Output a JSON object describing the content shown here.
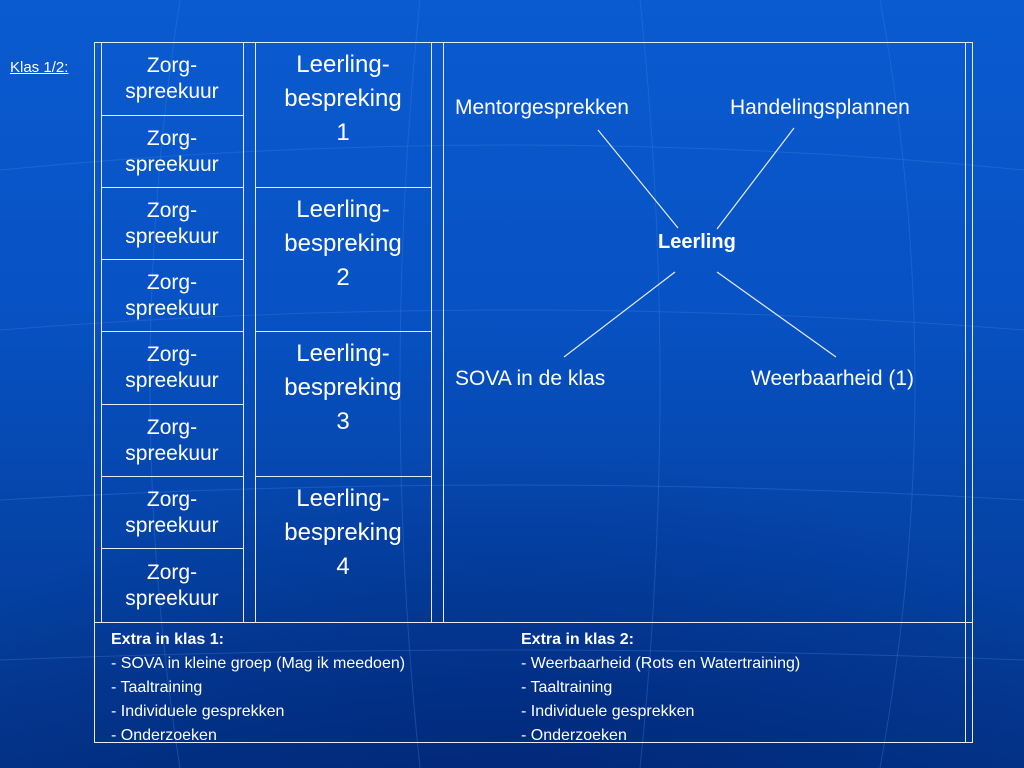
{
  "slide": {
    "klas_label": "Klas 1/2:",
    "zorg_cells": [
      {
        "line1": "Zorg-",
        "line2": "spreekuur"
      },
      {
        "line1": "Zorg-",
        "line2": "spreekuur"
      },
      {
        "line1": "Zorg-",
        "line2": "spreekuur"
      },
      {
        "line1": "Zorg-",
        "line2": "spreekuur"
      },
      {
        "line1": "Zorg-",
        "line2": "spreekuur"
      },
      {
        "line1": "Zorg-",
        "line2": "spreekuur"
      },
      {
        "line1": "Zorg-",
        "line2": "spreekuur"
      },
      {
        "line1": "Zorg-",
        "line2": "spreekuur"
      }
    ],
    "leerling_cells": [
      {
        "line1": "Leerling-",
        "line2": "bespreking",
        "line3": "1"
      },
      {
        "line1": "Leerling-",
        "line2": "bespreking",
        "line3": "2"
      },
      {
        "line1": "Leerling-",
        "line2": "bespreking",
        "line3": "3"
      },
      {
        "line1": "Leerling-",
        "line2": "bespreking",
        "line3": "4"
      }
    ],
    "diagram": {
      "center": "Leerling",
      "top_left": "Mentorgesprekken",
      "top_right": "Handelingsplannen",
      "bottom_left": "SOVA in de klas",
      "bottom_right": "Weerbaarheid (1)"
    },
    "extra_klas1": {
      "title": "Extra in klas 1:",
      "items": [
        "- SOVA in kleine groep (Mag ik meedoen)",
        "- Taaltraining",
        "- Individuele gesprekken",
        "- Onderzoeken"
      ]
    },
    "extra_klas2": {
      "title": "Extra in klas 2:",
      "items": [
        "- Weerbaarheid (Rots en Watertraining)",
        "- Taaltraining",
        "- Individuele gesprekken",
        "- Onderzoeken"
      ]
    },
    "colors": {
      "background": "#0752c4",
      "text": "#ffffff",
      "rules": "#e6ecf5"
    }
  }
}
